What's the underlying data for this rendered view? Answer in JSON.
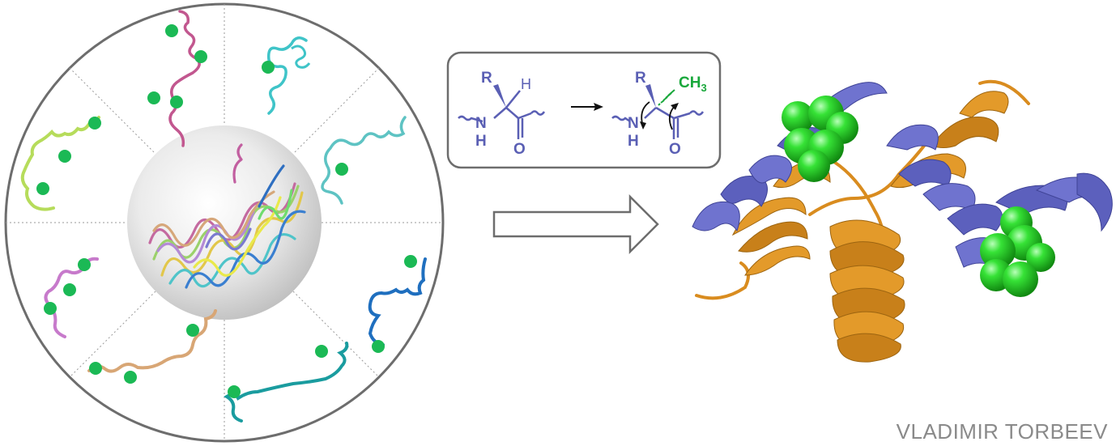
{
  "reaction": {
    "reactant": {
      "R": "R",
      "H": "H",
      "N": "N",
      "NH_H": "H",
      "O": "O"
    },
    "product": {
      "R": "R",
      "methyl": "CH",
      "methyl_sub": "3",
      "N": "N",
      "NH_H": "H",
      "O": "O"
    }
  },
  "credit": "VLADIMIR TORBEEV",
  "colors": {
    "chem_blue": "#5a5fb4",
    "methyl_green": "#1aa83c",
    "helix_blue": "#6f73cf",
    "helix_orange": "#e39a2a",
    "sphere_green": "#2bd12b",
    "dot_green": "#1bb955",
    "frame_gray": "#6d6d6d"
  },
  "icons": [
    "conformational-ensemble-wheel",
    "methylation-reaction-scheme",
    "hollow-arrow-icon",
    "folded-protein-ribbon"
  ]
}
